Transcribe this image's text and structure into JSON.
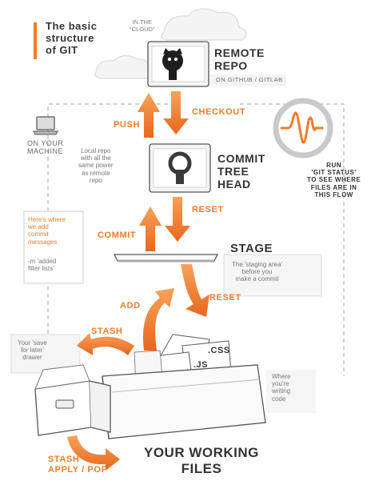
{
  "title": "The basic\nstructure\nof GIT",
  "colors": {
    "accent": "#ef7d2a",
    "ink": "#333333",
    "muted": "#8a8a8a",
    "box_fill": "#f2f2f2"
  },
  "icons": [
    "github-octocat-icon",
    "git-keyhole-icon",
    "laptop-icon",
    "waveform-icon",
    "drawer-icon",
    "file-stack-icon"
  ],
  "cloud_label": "IN THE\n\"CLOUD\"",
  "remote": {
    "label": "REMOTE\nREPO",
    "sub": "ON GITHUB / GITLAB"
  },
  "machine_label": "ON YOUR\nMACHINE",
  "local_repo_note": "Local repo\nwith all the\nsame power\nas remote\nrepo",
  "commit_tree": {
    "label": "COMMIT\nTREE\nHEAD"
  },
  "status_note": "RUN\n'GIT STATUS'\nTO SEE WHERE\nFILES ARE IN\nTHIS FLOW",
  "commit_msg_note": "Here's where\nwe add\ncommit\nmessages",
  "commit_flag_note": "-m 'added\nfilter lists'",
  "stage": {
    "label": "STAGE",
    "note": "The 'staging area'\nbefore you\nmake a commit"
  },
  "stash_note": "Your 'save\nfor later'\ndrawer",
  "writing_note": "Where\nyou're\nwriting\ncode",
  "files": {
    "js": ".JS",
    "css": ".CSS"
  },
  "working": {
    "label": "YOUR WORKING\nFILES"
  },
  "arrows": {
    "push": "PUSH",
    "checkout": "CHECKOUT",
    "commit": "COMMIT",
    "reset1": "RESET",
    "add": "ADD",
    "reset2": "RESET",
    "stash": "STASH",
    "stash_apply": "STASH\nAPPLY / POP"
  }
}
